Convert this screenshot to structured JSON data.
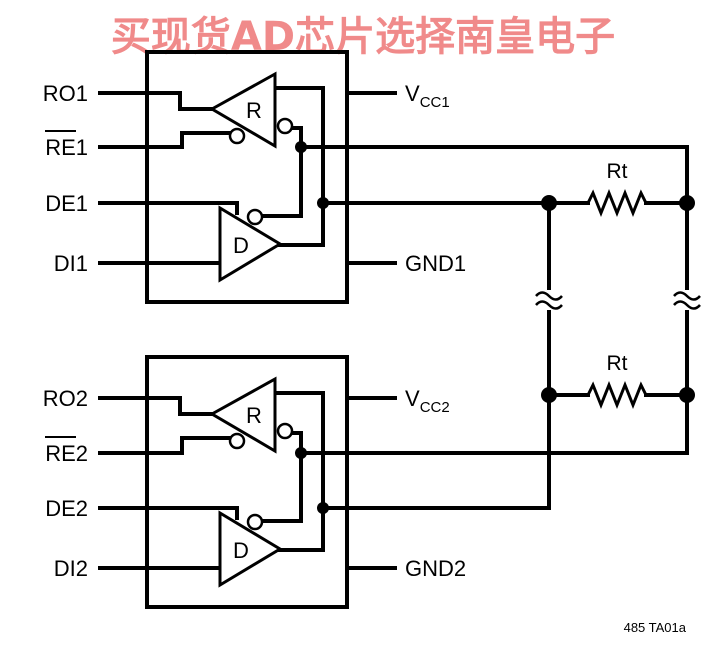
{
  "banner": "买现货AD芯片选择南皇电子",
  "transceivers": [
    {
      "pins": {
        "ro": "RO1",
        "re": "RE1",
        "de": "DE1",
        "di": "DI1",
        "vcc": "V",
        "vcc_sub": "CC1",
        "gnd": "GND1"
      },
      "receiver_glyph": "R",
      "driver_glyph": "D"
    },
    {
      "pins": {
        "ro": "RO2",
        "re": "RE2",
        "de": "DE2",
        "di": "DI2",
        "vcc": "V",
        "vcc_sub": "CC2",
        "gnd": "GND2"
      },
      "receiver_glyph": "R",
      "driver_glyph": "D"
    }
  ],
  "terminations": [
    {
      "label": "Rt"
    },
    {
      "label": "Rt"
    }
  ],
  "figure_ref": "485 TA01a"
}
